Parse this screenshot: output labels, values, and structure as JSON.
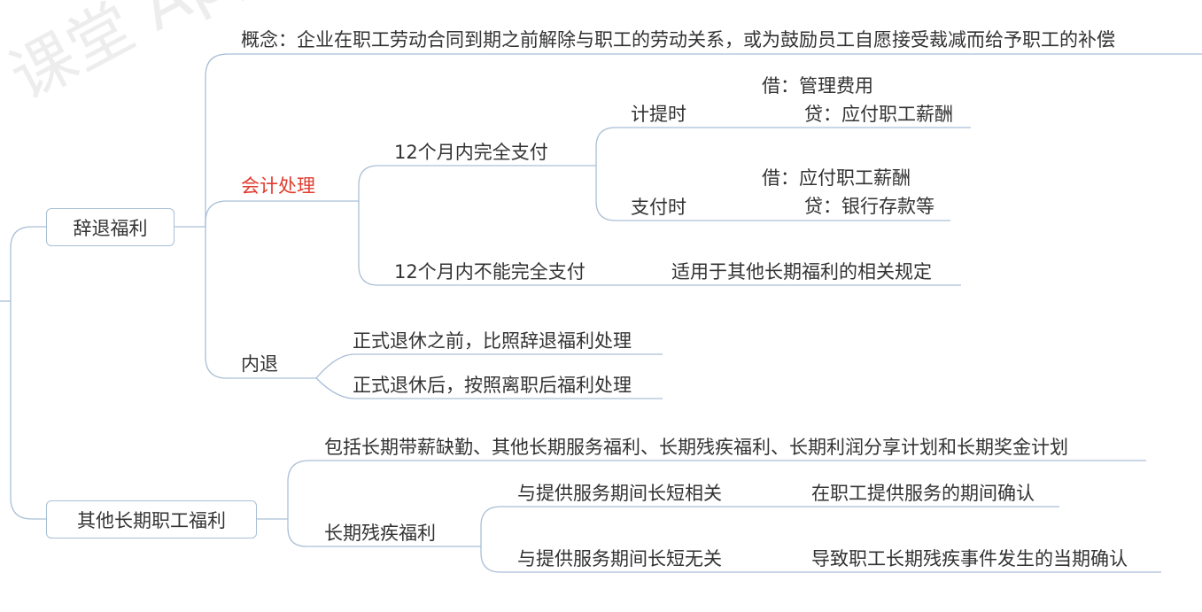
{
  "watermark": "课堂 App",
  "nodes": {
    "dismissal_benefits": "辞退福利",
    "other_long_term": "其他长期职工福利",
    "concept": "概念：企业在职工劳动合同到期之前解除与职工的劳动关系，或为鼓励员工自愿接受裁减而给予职工的补偿",
    "accounting": "会计处理",
    "internal_retirement": "内退",
    "within_12_full": "12个月内完全支付",
    "within_12_not_full": "12个月内不能完全支付",
    "accrual_time": "计提时",
    "payment_time": "支付时",
    "debit_admin_expense": "借：管理费用",
    "credit_payroll_payable": "贷：应付职工薪酬",
    "debit_payroll_payable": "借：应付职工薪酬",
    "credit_bank_deposit": "贷：银行存款等",
    "apply_other_rules": "适用于其他长期福利的相关规定",
    "before_retirement": "正式退休之前，比照辞退福利处理",
    "after_retirement": "正式退休后，按照离职后福利处理",
    "includes_list": "包括长期带薪缺勤、其他长期服务福利、长期残疾福利、长期利润分享计划和长期奖金计划",
    "long_term_disability": "长期残疾福利",
    "related_to_service": "与提供服务期间长短相关",
    "unrelated_to_service": "与提供服务期间长短无关",
    "recognize_during_service": "在职工提供服务的期间确认",
    "recognize_when_event": "导致职工长期残疾事件发生的当期确认"
  },
  "colors": {
    "line": "#a9bfd6",
    "text": "#333333",
    "accent": "#e03c2f"
  }
}
